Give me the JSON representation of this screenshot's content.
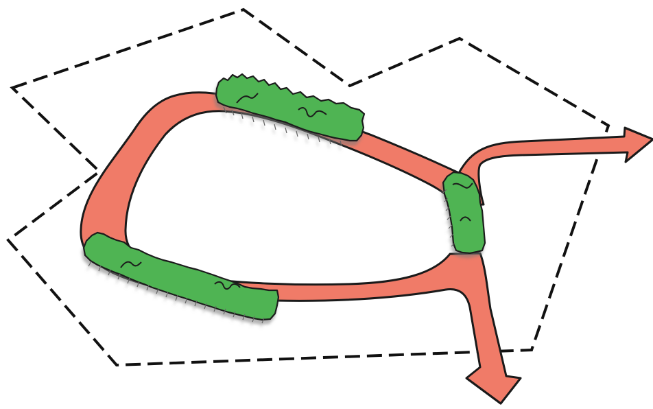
{
  "diagram": {
    "boundary_style": "dashed",
    "colors": {
      "boundary": "#111111",
      "path": "#f07b68",
      "path_outline": "#1a1a1a",
      "vegetation": "#4fb453",
      "vegetation_outline": "#1a1a1a",
      "shadow": "#8f8f8f"
    },
    "elements": {
      "boundary": "boundary-polygon",
      "path_network": "loop-path-with-two-exits",
      "vegetation_patches": [
        "top-patch",
        "right-patch",
        "bottom-left-patch"
      ],
      "arrows": [
        "east-exit-arrow",
        "south-exit-arrow"
      ]
    }
  }
}
